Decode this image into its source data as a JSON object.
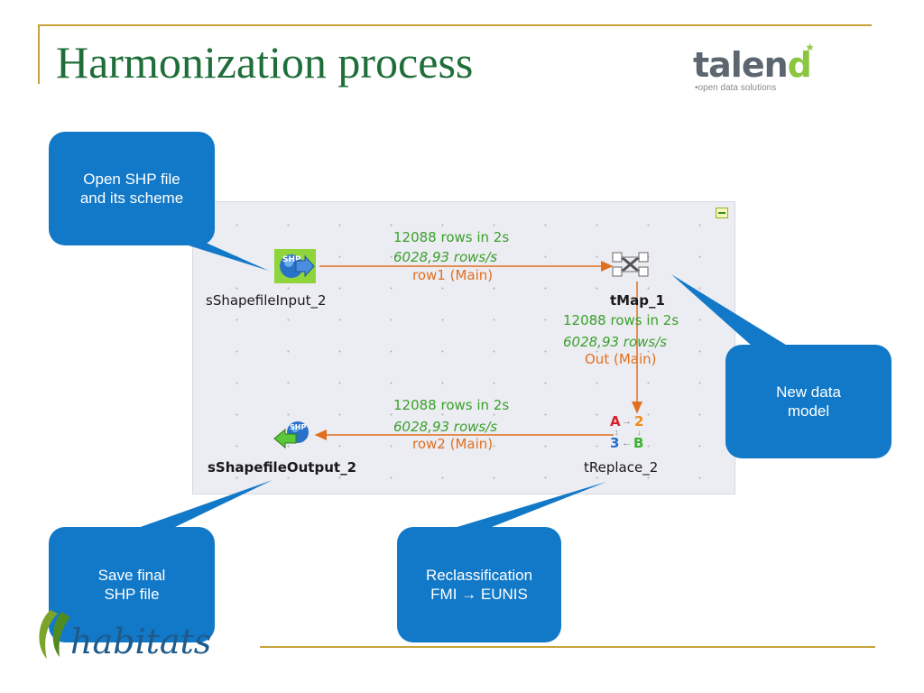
{
  "slide": {
    "title": "Harmonization process"
  },
  "talend_logo": {
    "word_prefix": "talen",
    "word_suffix": "d",
    "star": "*",
    "tagline": "•open data solutions"
  },
  "canvas": {
    "components": {
      "input": {
        "label": "sShapefileInput_2",
        "icon": "shp-input-icon"
      },
      "tmap": {
        "label": "tMap_1",
        "icon": "tmap-icon"
      },
      "replace": {
        "label": "tReplace_2",
        "icon": "treplace-icon"
      },
      "output": {
        "label": "sShapefileOutput_2",
        "icon": "shp-output-icon"
      }
    },
    "flows": {
      "row1": {
        "rows": "12088 rows in 2s",
        "rate": "6028,93 rows/s",
        "name": "row1 (Main)"
      },
      "out": {
        "rows": "12088 rows in 2s",
        "rate": "6028,93 rows/s",
        "name": "Out (Main)"
      },
      "row2": {
        "rows": "12088 rows in 2s",
        "rate": "6028,93 rows/s",
        "name": "row2 (Main)"
      }
    }
  },
  "callouts": {
    "open_shp": "Open SHP file\nand its scheme",
    "new_model": "New data\nmodel",
    "save_shp": "Save final\nSHP file",
    "reclass": "Reclassification\nFMI → EUNIS"
  },
  "footer_logo": {
    "text": "habitats"
  },
  "colors": {
    "accent_rule": "#c8a23a",
    "title": "#1f6e3a",
    "callout": "#1279c8",
    "flow_arrow": "#e07020",
    "stats": "#3aa12a"
  }
}
